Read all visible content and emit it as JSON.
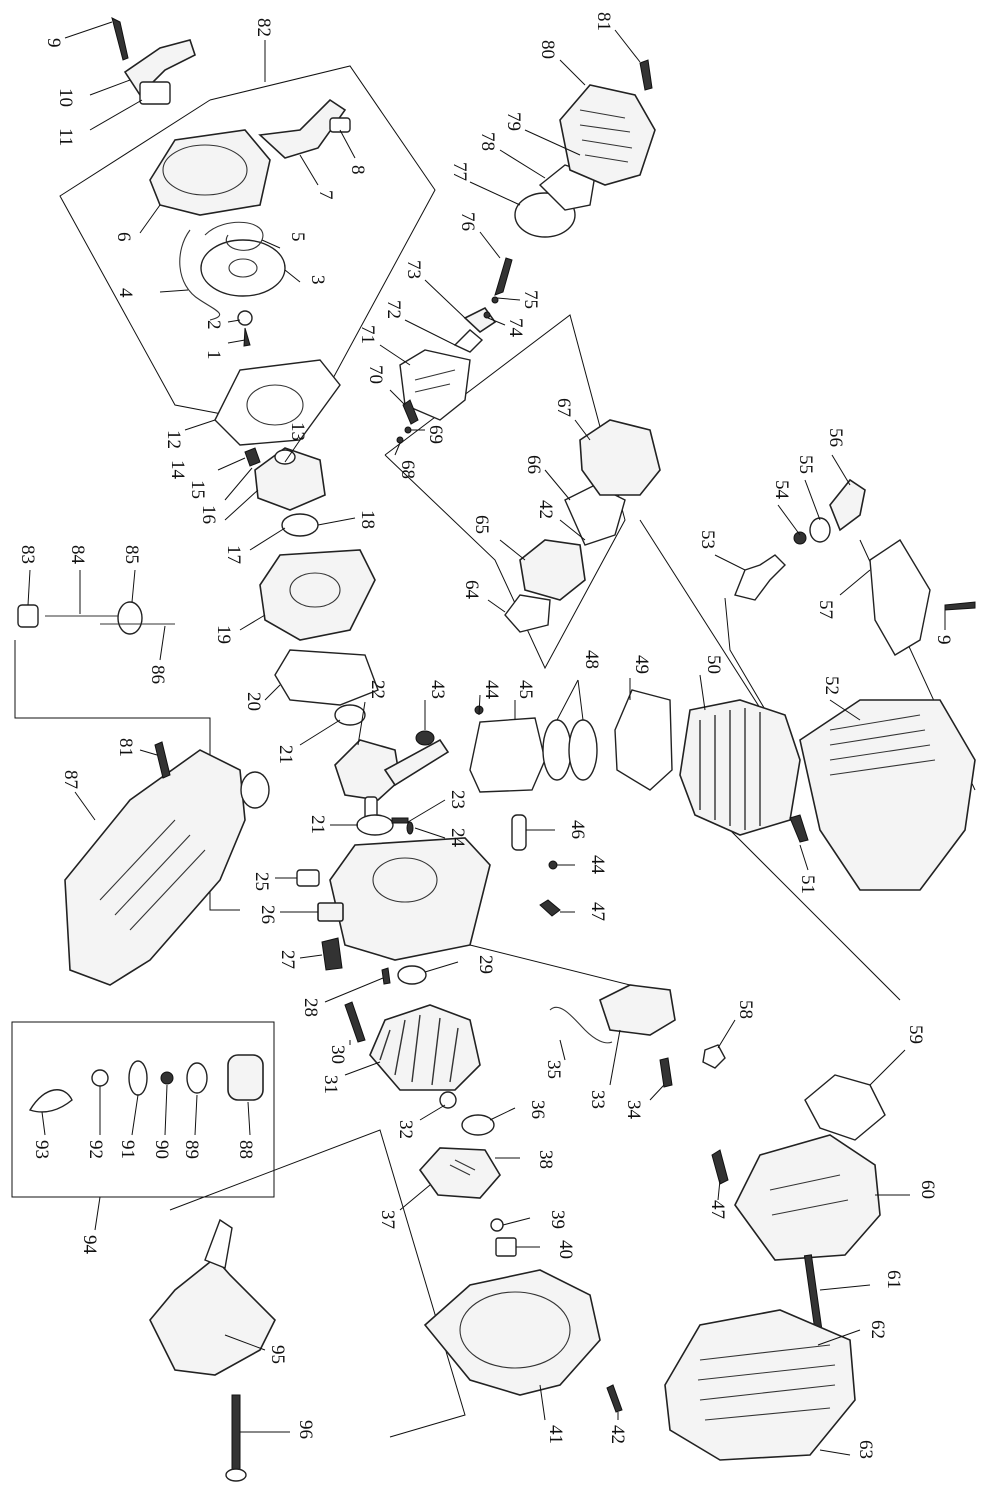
{
  "diagram": {
    "type": "exploded-parts-diagram",
    "orientation": "rotated 90 degrees clockwise",
    "callouts": [
      {
        "id": "1",
        "label": "1"
      },
      {
        "id": "2",
        "label": "2"
      },
      {
        "id": "3",
        "label": "3"
      },
      {
        "id": "4",
        "label": "4"
      },
      {
        "id": "5",
        "label": "5"
      },
      {
        "id": "6",
        "label": "6"
      },
      {
        "id": "7",
        "label": "7"
      },
      {
        "id": "8",
        "label": "8"
      },
      {
        "id": "9a",
        "label": "9"
      },
      {
        "id": "10",
        "label": "10"
      },
      {
        "id": "11",
        "label": "11"
      },
      {
        "id": "12",
        "label": "12"
      },
      {
        "id": "13",
        "label": "13"
      },
      {
        "id": "14",
        "label": "14"
      },
      {
        "id": "15",
        "label": "15"
      },
      {
        "id": "16",
        "label": "16"
      },
      {
        "id": "17",
        "label": "17"
      },
      {
        "id": "18",
        "label": "18"
      },
      {
        "id": "19",
        "label": "19"
      },
      {
        "id": "20",
        "label": "20"
      },
      {
        "id": "21a",
        "label": "21"
      },
      {
        "id": "21b",
        "label": "21"
      },
      {
        "id": "22",
        "label": "22"
      },
      {
        "id": "23",
        "label": "23"
      },
      {
        "id": "24",
        "label": "24"
      },
      {
        "id": "25",
        "label": "25"
      },
      {
        "id": "26",
        "label": "26"
      },
      {
        "id": "27",
        "label": "27"
      },
      {
        "id": "28",
        "label": "28"
      },
      {
        "id": "29",
        "label": "29"
      },
      {
        "id": "30",
        "label": "30"
      },
      {
        "id": "31",
        "label": "31"
      },
      {
        "id": "32",
        "label": "32"
      },
      {
        "id": "33",
        "label": "33"
      },
      {
        "id": "34",
        "label": "34"
      },
      {
        "id": "35",
        "label": "35"
      },
      {
        "id": "36",
        "label": "36"
      },
      {
        "id": "37",
        "label": "37"
      },
      {
        "id": "38",
        "label": "38"
      },
      {
        "id": "39",
        "label": "39"
      },
      {
        "id": "40",
        "label": "40"
      },
      {
        "id": "41",
        "label": "41"
      },
      {
        "id": "42a",
        "label": "42"
      },
      {
        "id": "42b",
        "label": "42"
      },
      {
        "id": "43",
        "label": "43"
      },
      {
        "id": "44a",
        "label": "44"
      },
      {
        "id": "44b",
        "label": "44"
      },
      {
        "id": "45",
        "label": "45"
      },
      {
        "id": "46",
        "label": "46"
      },
      {
        "id": "47a",
        "label": "47"
      },
      {
        "id": "47b",
        "label": "47"
      },
      {
        "id": "48",
        "label": "48"
      },
      {
        "id": "49",
        "label": "49"
      },
      {
        "id": "50",
        "label": "50"
      },
      {
        "id": "51",
        "label": "51"
      },
      {
        "id": "52",
        "label": "52"
      },
      {
        "id": "53",
        "label": "53"
      },
      {
        "id": "54",
        "label": "54"
      },
      {
        "id": "55",
        "label": "55"
      },
      {
        "id": "56",
        "label": "56"
      },
      {
        "id": "57",
        "label": "57"
      },
      {
        "id": "9b",
        "label": "9"
      },
      {
        "id": "58",
        "label": "58"
      },
      {
        "id": "59",
        "label": "59"
      },
      {
        "id": "60",
        "label": "60"
      },
      {
        "id": "61",
        "label": "61"
      },
      {
        "id": "62",
        "label": "62"
      },
      {
        "id": "63",
        "label": "63"
      },
      {
        "id": "64",
        "label": "64"
      },
      {
        "id": "65",
        "label": "65"
      },
      {
        "id": "66",
        "label": "66"
      },
      {
        "id": "67",
        "label": "67"
      },
      {
        "id": "68",
        "label": "68"
      },
      {
        "id": "69",
        "label": "69"
      },
      {
        "id": "70",
        "label": "70"
      },
      {
        "id": "71",
        "label": "71"
      },
      {
        "id": "72",
        "label": "72"
      },
      {
        "id": "73",
        "label": "73"
      },
      {
        "id": "74",
        "label": "74"
      },
      {
        "id": "75",
        "label": "75"
      },
      {
        "id": "76",
        "label": "76"
      },
      {
        "id": "77",
        "label": "77"
      },
      {
        "id": "78",
        "label": "78"
      },
      {
        "id": "79",
        "label": "79"
      },
      {
        "id": "80",
        "label": "80"
      },
      {
        "id": "81a",
        "label": "81"
      },
      {
        "id": "81b",
        "label": "81"
      },
      {
        "id": "82",
        "label": "82"
      },
      {
        "id": "83",
        "label": "83"
      },
      {
        "id": "84",
        "label": "84"
      },
      {
        "id": "85",
        "label": "85"
      },
      {
        "id": "86",
        "label": "86"
      },
      {
        "id": "87",
        "label": "87"
      },
      {
        "id": "88",
        "label": "88"
      },
      {
        "id": "89",
        "label": "89"
      },
      {
        "id": "90",
        "label": "90"
      },
      {
        "id": "91",
        "label": "91"
      },
      {
        "id": "92",
        "label": "92"
      },
      {
        "id": "93",
        "label": "93"
      },
      {
        "id": "94",
        "label": "94"
      },
      {
        "id": "95",
        "label": "95"
      },
      {
        "id": "96",
        "label": "96"
      }
    ]
  }
}
